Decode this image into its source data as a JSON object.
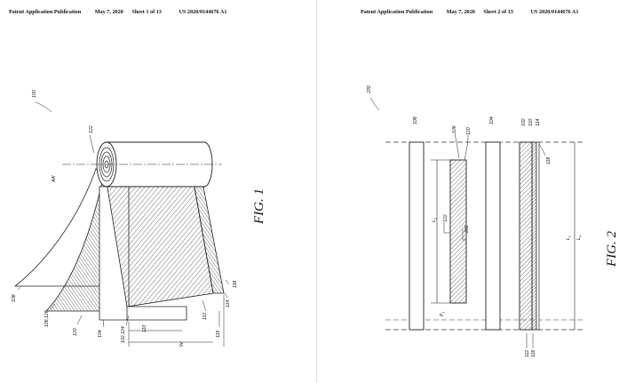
{
  "sheets": [
    {
      "header": {
        "publication": "Patent Application Publication",
        "date": "May 7, 2020",
        "sheet": "Sheet 1 of 13",
        "number": "US 2020/0144676 A1"
      },
      "figure_label": "FIG. 1",
      "refs": {
        "r100": "100",
        "r122": "122",
        "aa": "AA'",
        "r108": "108",
        "r106_126": "106,126",
        "r120": "120",
        "r104": "104",
        "r102_124": "102,124",
        "r110": "110",
        "w": "W",
        "r116": "116",
        "r112": "112",
        "r114": "114",
        "r118": "118"
      }
    },
    {
      "header": {
        "publication": "Patent Application Publication",
        "date": "May 7, 2020",
        "sheet": "Sheet 2 of 13",
        "number": "US 2020/0144676 A1"
      },
      "figure_label": "FIG. 2",
      "refs": {
        "r200": "200",
        "r108": "108",
        "r106": "106",
        "r120": "120",
        "r104": "104",
        "r102": "102",
        "r110": "110",
        "r114": "114",
        "r118": "118",
        "r122": "122",
        "r202": "202",
        "l2": "L",
        "l2sub": "2",
        "l1": "L",
        "l1sub": "1",
        "l4": "L",
        "l4sub": "4",
        "p1": "P",
        "p1sub": "1",
        "r112": "112",
        "r116": "116"
      }
    }
  ]
}
